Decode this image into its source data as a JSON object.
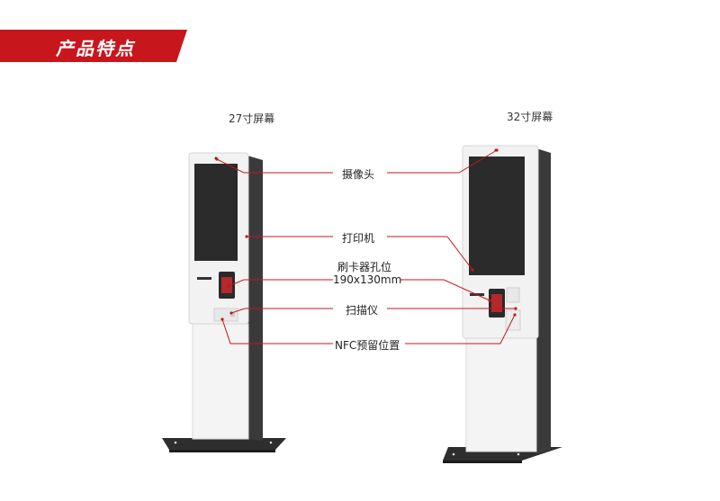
{
  "section": {
    "title": "产品特点"
  },
  "kiosks": [
    {
      "screen_size": "27寸屏幕"
    },
    {
      "screen_size": "32寸屏幕"
    }
  ],
  "features": [
    {
      "label": "摄像头"
    },
    {
      "label": "打印机"
    },
    {
      "label": "刷卡器孔位",
      "sub": "190x130mm"
    },
    {
      "label": "扫描仪"
    },
    {
      "label": "NFC预留位置"
    }
  ],
  "colors": {
    "accent": "#c8161d",
    "leader_line": "#c8161d",
    "kiosk_body": "#f2f2f2",
    "screen": "#2b2b2b",
    "stand": "#3a3a3a"
  }
}
